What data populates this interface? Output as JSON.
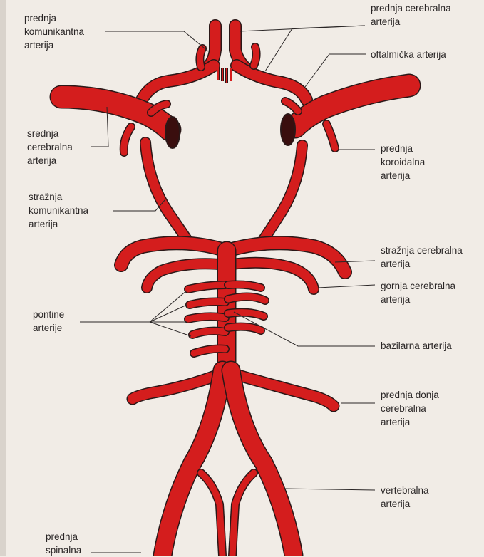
{
  "labels": {
    "prednja_komunikantna": "prednja\nkomunikantna\narterija",
    "prednja_cerebralna": "prednja cerebralna\narterija",
    "oftalmicka": "oftalmička arterija",
    "srednja_cerebralna": "srednja\ncerebralna\narterija",
    "prednja_koroidalna": "prednja\nkoroidalna\narterija",
    "straznja_komunikantna": "stražnja\nkomunikantna\narterija",
    "straznja_cerebralna": "stražnja cerebralna\narterija",
    "gornja_cerebralna": "gornja cerebralna\narterija",
    "pontine": "pontine\narterije",
    "bazilarna": "bazilarna arterija",
    "prednja_donja_cerebralna": "prednja donja\ncerebralna\narterija",
    "vertebralna": "vertebralna\narterija",
    "prednja_spinalna": "prednja\nspinalna"
  },
  "colors": {
    "artery": "#d41d1d",
    "outline": "#2b1818",
    "background": "#f1ece6",
    "text": "#2a2626"
  }
}
